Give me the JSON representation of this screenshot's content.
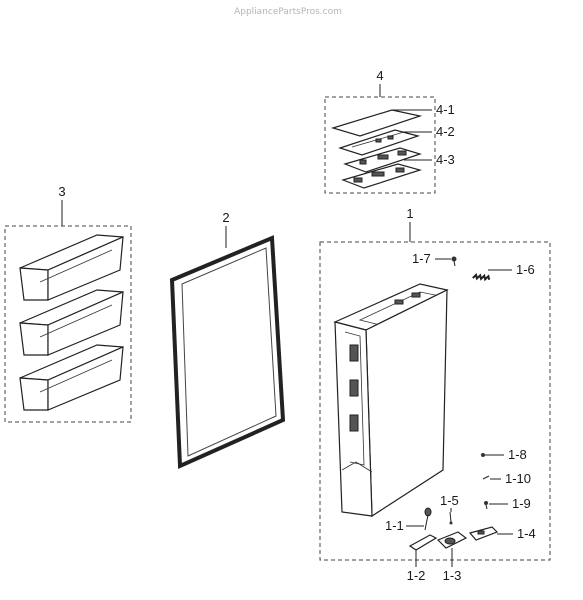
{
  "watermark": "AppliancePartsPros.com",
  "groups": {
    "g1": "1",
    "g2": "2",
    "g3": "3",
    "g4": "4"
  },
  "labels": {
    "p4_1": "4-1",
    "p4_2": "4-2",
    "p4_3": "4-3",
    "p1_7": "1-7",
    "p1_6": "1-6",
    "p1_8": "1-8",
    "p1_10": "1-10",
    "p1_5": "1-5",
    "p1_9": "1-9",
    "p1_1": "1-1",
    "p1_4": "1-4",
    "p1_2": "1-2",
    "p1_3": "1-3"
  }
}
